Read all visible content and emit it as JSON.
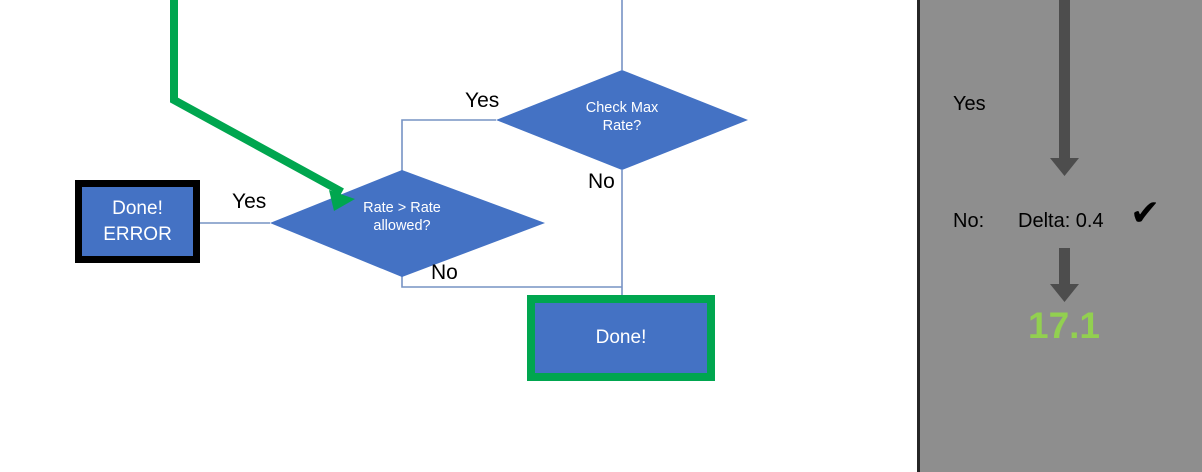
{
  "flowchart": {
    "nodes": [
      {
        "id": "done-error",
        "shape": "rectangle",
        "label": "Done!\nERROR",
        "fill": "#4472C4",
        "border": "#000000",
        "text_color": "#FFFFFF"
      },
      {
        "id": "rate-gt-allowed",
        "shape": "diamond",
        "label": "Rate > Rate\nallowed?",
        "fill": "#4472C4",
        "text_color": "#FFFFFF"
      },
      {
        "id": "check-max-rate",
        "shape": "diamond",
        "label": "Check Max\nRate?",
        "fill": "#4472C4",
        "text_color": "#FFFFFF"
      },
      {
        "id": "done",
        "shape": "rectangle",
        "label": "Done!",
        "fill": "#4472C4",
        "border": "#00A64F",
        "text_color": "#FFFFFF"
      }
    ],
    "edge_labels": {
      "yes_to_done_error": "Yes",
      "yes_check_to_rate": "Yes",
      "no_check_max": "No",
      "no_rate_gt": "No"
    },
    "highlight_arrow_color": "#00A64F",
    "connector_color": "#7693C4"
  },
  "panel": {
    "background": "#8E8E8E",
    "yes_label": "Yes",
    "no_label": "No:",
    "delta_label": "Delta: 0.4",
    "check_mark": "✔",
    "value": "17.1",
    "value_color": "#92D050",
    "arrow_color": "#4D4D4D"
  }
}
